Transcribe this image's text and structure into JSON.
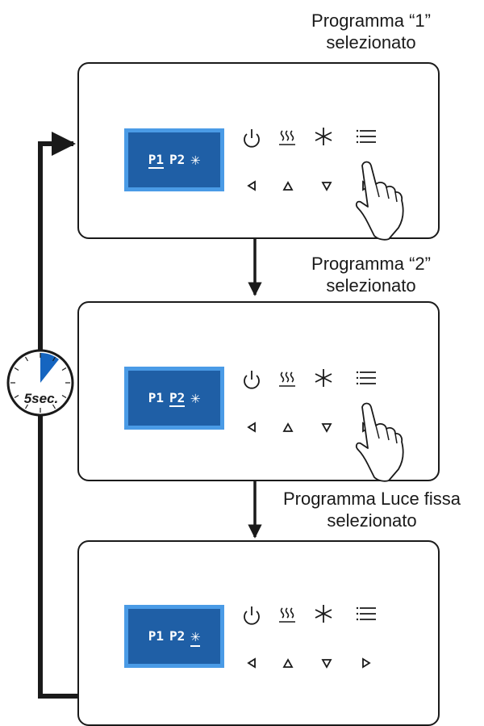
{
  "captions": {
    "top_line1": "Programma “1”",
    "top_line2": "selezionato",
    "mid_line1": "Programma “2”",
    "mid_line2": "selezionato",
    "bot_line1": "Programma Luce fissa",
    "bot_line2": "selezionato"
  },
  "timer_label": "5sec.",
  "panels": [
    {
      "p1": "P1",
      "p2": "P2",
      "star": "✳",
      "selected": "p1"
    },
    {
      "p1": "P1",
      "p2": "P2",
      "star": "✳",
      "selected": "p2"
    },
    {
      "p1": "P1",
      "p2": "P2",
      "star": "✳",
      "selected": "star"
    }
  ],
  "colors": {
    "lcd_bg": "#1f5fa6",
    "lcd_border": "#4a9be6",
    "timer_wedge": "#1565c0",
    "line": "#1a1a1a"
  },
  "icons": [
    "power-icon",
    "heat-icon",
    "light-icon",
    "menu-icon",
    "left-arrow-icon",
    "up-arrow-icon",
    "down-arrow-icon",
    "right-arrow-icon",
    "pointing-hand-icon",
    "stopwatch-icon"
  ]
}
